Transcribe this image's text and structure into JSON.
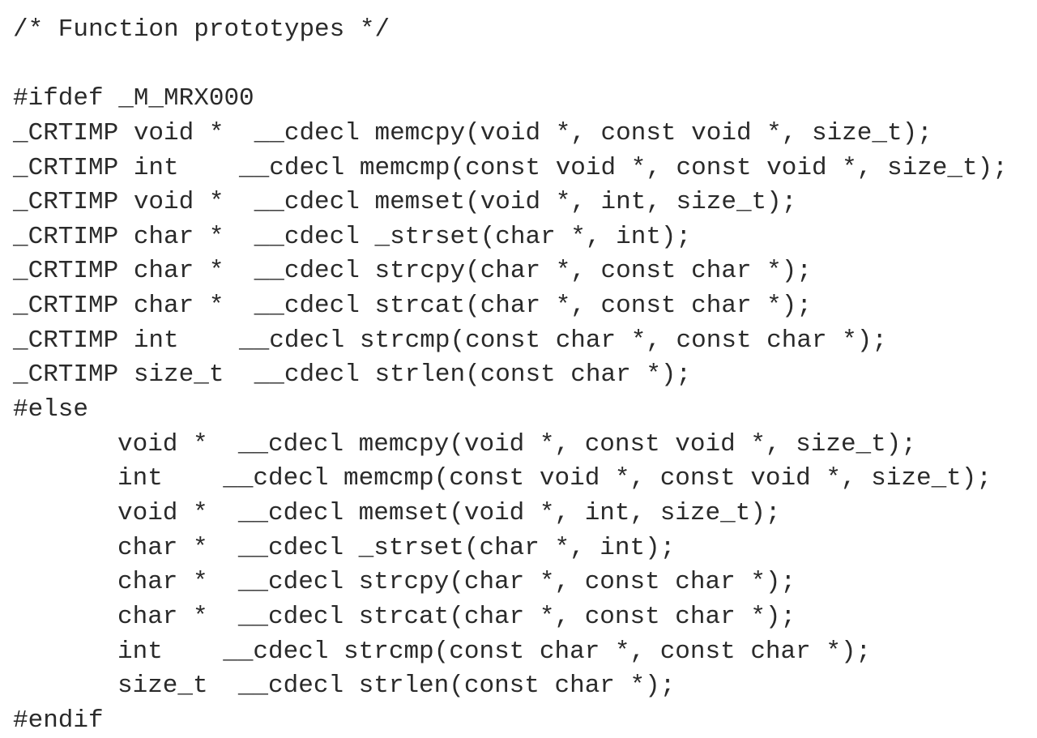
{
  "code": {
    "comment": "/* Function prototypes */",
    "blank": "",
    "ifdef": "#ifdef _M_MRX000",
    "crt_lines": [
      "_CRTIMP void *  __cdecl memcpy(void *, const void *, size_t);",
      "_CRTIMP int    __cdecl memcmp(const void *, const void *, size_t);",
      "_CRTIMP void *  __cdecl memset(void *, int, size_t);",
      "_CRTIMP char *  __cdecl _strset(char *, int);",
      "_CRTIMP char *  __cdecl strcpy(char *, const char *);",
      "_CRTIMP char *  __cdecl strcat(char *, const char *);",
      "_CRTIMP int    __cdecl strcmp(const char *, const char *);",
      "_CRTIMP size_t  __cdecl strlen(const char *);"
    ],
    "else": "#else",
    "else_lines": [
      "void *  __cdecl memcpy(void *, const void *, size_t);",
      "int    __cdecl memcmp(const void *, const void *, size_t);",
      "void *  __cdecl memset(void *, int, size_t);",
      "char *  __cdecl _strset(char *, int);",
      "char *  __cdecl strcpy(char *, const char *);",
      "char *  __cdecl strcat(char *, const char *);",
      "int    __cdecl strcmp(const char *, const char *);",
      "size_t  __cdecl strlen(const char *);"
    ],
    "endif": "#endif"
  }
}
